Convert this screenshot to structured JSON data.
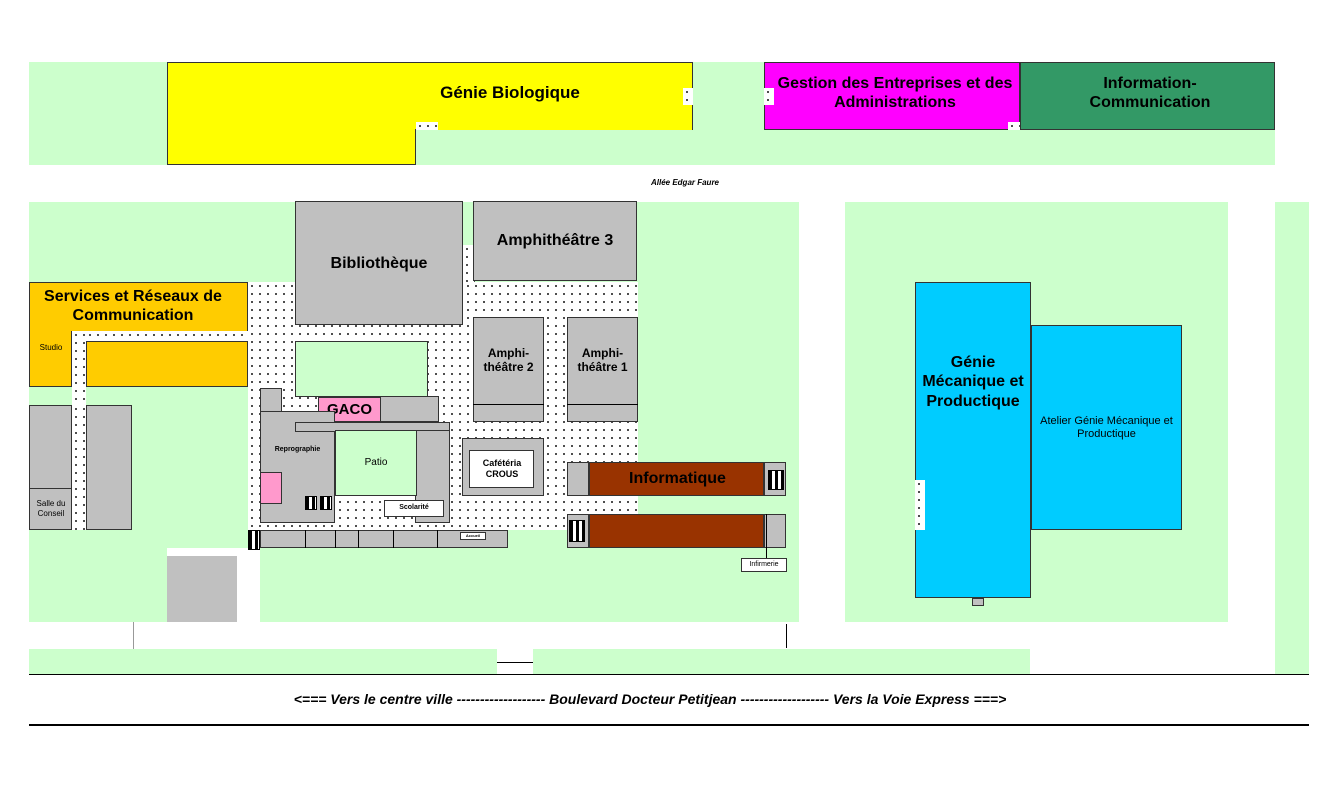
{
  "streets": {
    "allee": "Allée Edgar Faure",
    "boulevard": "<=== Vers le centre ville ------------------- Boulevard Docteur Petitjean ------------------- Vers la Voie Express ===>"
  },
  "buildings": {
    "genie_bio": "Génie Biologique",
    "gea": "Gestion des Entreprises et des Administrations",
    "info_com": "Information-Communication",
    "bibliotheque": "Bibliothèque",
    "amphi3": "Amphithéâtre 3",
    "amphi2": "Amphi-théâtre 2",
    "amphi1": "Amphi-théâtre 1",
    "src": "Services et Réseaux de Communication",
    "studio": "Studio",
    "salle_conseil": "Salle du Conseil",
    "gaco": "GACO",
    "reprographie": "Reprographie",
    "patio": "Patio",
    "cafeteria": "Cafétéria CROUS",
    "informatique": "Informatique",
    "scolarite": "Scolarité",
    "accueil": "Accueil",
    "infirmerie": "Infirmerie",
    "gmp": "Génie Mécanique et Productique",
    "atelier_gmp": "Atelier Génie Mécanique et Productique"
  },
  "colors": {
    "lawn": "#ccffcc",
    "genie_bio": "#ffff00",
    "gea": "#ff00ff",
    "info_com": "#339966",
    "src": "#ffcc00",
    "gaco": "#ff99cc",
    "informatique": "#993300",
    "gmp": "#00ccff",
    "grey": "#c0c0c0"
  }
}
